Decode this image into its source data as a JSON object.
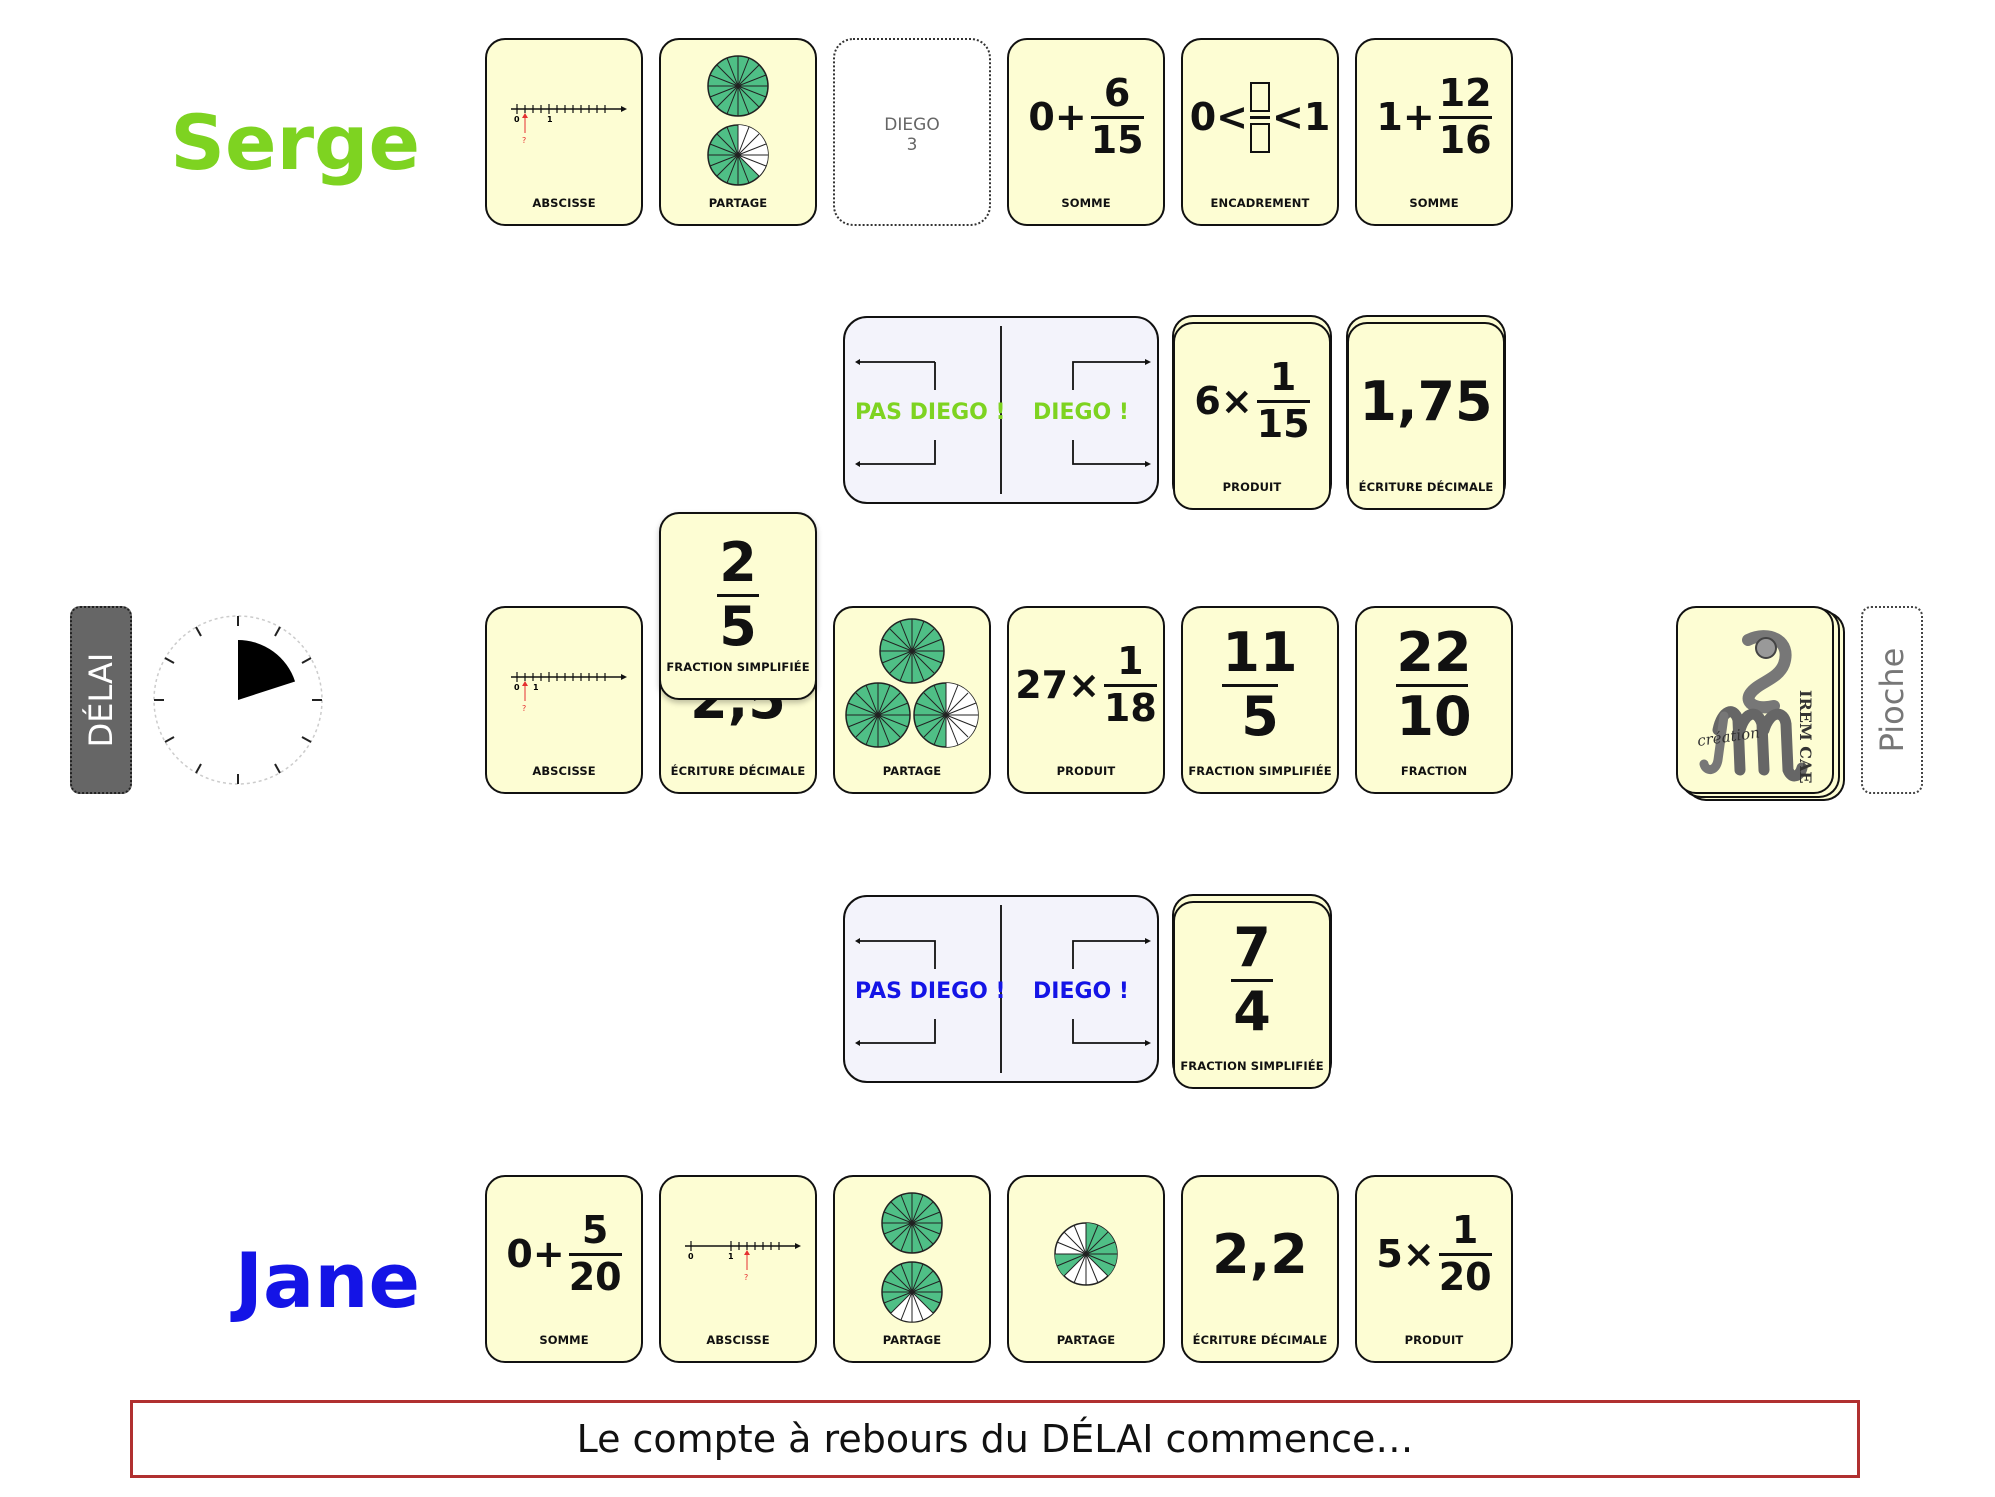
{
  "players": {
    "top": {
      "name": "Serge",
      "color": "#7ed321"
    },
    "bottom": {
      "name": "Jane",
      "color": "#1414e6"
    }
  },
  "serge_hand": [
    {
      "caption": "ABSCISSE",
      "kind": "number-line"
    },
    {
      "caption": "PARTAGE",
      "kind": "pie-partage"
    },
    {
      "caption": "DIEGO",
      "kind": "empty",
      "count": "3"
    },
    {
      "caption": "SOMME",
      "kind": "expr",
      "lead": "0+",
      "num": "6",
      "den": "15"
    },
    {
      "caption": "ENCADREMENT",
      "kind": "encadrement",
      "left": "0<",
      "right": "<1"
    },
    {
      "caption": "SOMME",
      "kind": "expr",
      "lead": "1+",
      "num": "12",
      "den": "16"
    }
  ],
  "serge_judge": {
    "left": "PAS DIEGO !",
    "right": "DIEGO !"
  },
  "serge_played": [
    {
      "caption": "PRODUIT",
      "lead": "6×",
      "num": "1",
      "den": "15"
    },
    {
      "caption": "ÉCRITURE DÉCIMALE",
      "value": "1,75"
    }
  ],
  "center": {
    "delai_label": "DÉLAI",
    "timer_fraction": 0.2,
    "pioche_label": "Pioche",
    "logo_text": {
      "top": "IREM CAEN",
      "bottom": "création"
    },
    "floating_card": {
      "caption": "FRACTION SIMPLIFIÉE",
      "num": "2",
      "den": "5"
    },
    "row": [
      {
        "caption": "ABSCISSE",
        "kind": "number-line"
      },
      {
        "caption": "ÉCRITURE DÉCIMALE",
        "kind": "hidden",
        "value": "2,5"
      },
      {
        "caption": "PARTAGE",
        "kind": "pie-partage3"
      },
      {
        "caption": "PRODUIT",
        "lead": "27×",
        "num": "1",
        "den": "18"
      },
      {
        "caption": "FRACTION SIMPLIFIÉE",
        "num": "11",
        "den": "5"
      },
      {
        "caption": "FRACTION",
        "num": "22",
        "den": "10"
      }
    ]
  },
  "jane_judge": {
    "left": "PAS DIEGO !",
    "right": "DIEGO !"
  },
  "jane_played": [
    {
      "caption": "FRACTION SIMPLIFIÉE",
      "num": "7",
      "den": "4"
    }
  ],
  "jane_hand": [
    {
      "caption": "SOMME",
      "lead": "0+",
      "num": "5",
      "den": "20"
    },
    {
      "caption": "ABSCISSE",
      "kind": "number-line"
    },
    {
      "caption": "PARTAGE",
      "kind": "pie-partage"
    },
    {
      "caption": "PARTAGE",
      "kind": "pie-single"
    },
    {
      "caption": "ÉCRITURE DÉCIMALE",
      "value": "2,2"
    },
    {
      "caption": "PRODUIT",
      "lead": "5×",
      "num": "1",
      "den": "20"
    }
  ],
  "number_line": {
    "zero": "0",
    "one": "1",
    "question": "?"
  },
  "message": "Le compte à rebours du DÉLAI commence…",
  "colors": {
    "card": "#fdfdd3",
    "pie_green": "#4fbf86",
    "message_border": "#b03030"
  }
}
